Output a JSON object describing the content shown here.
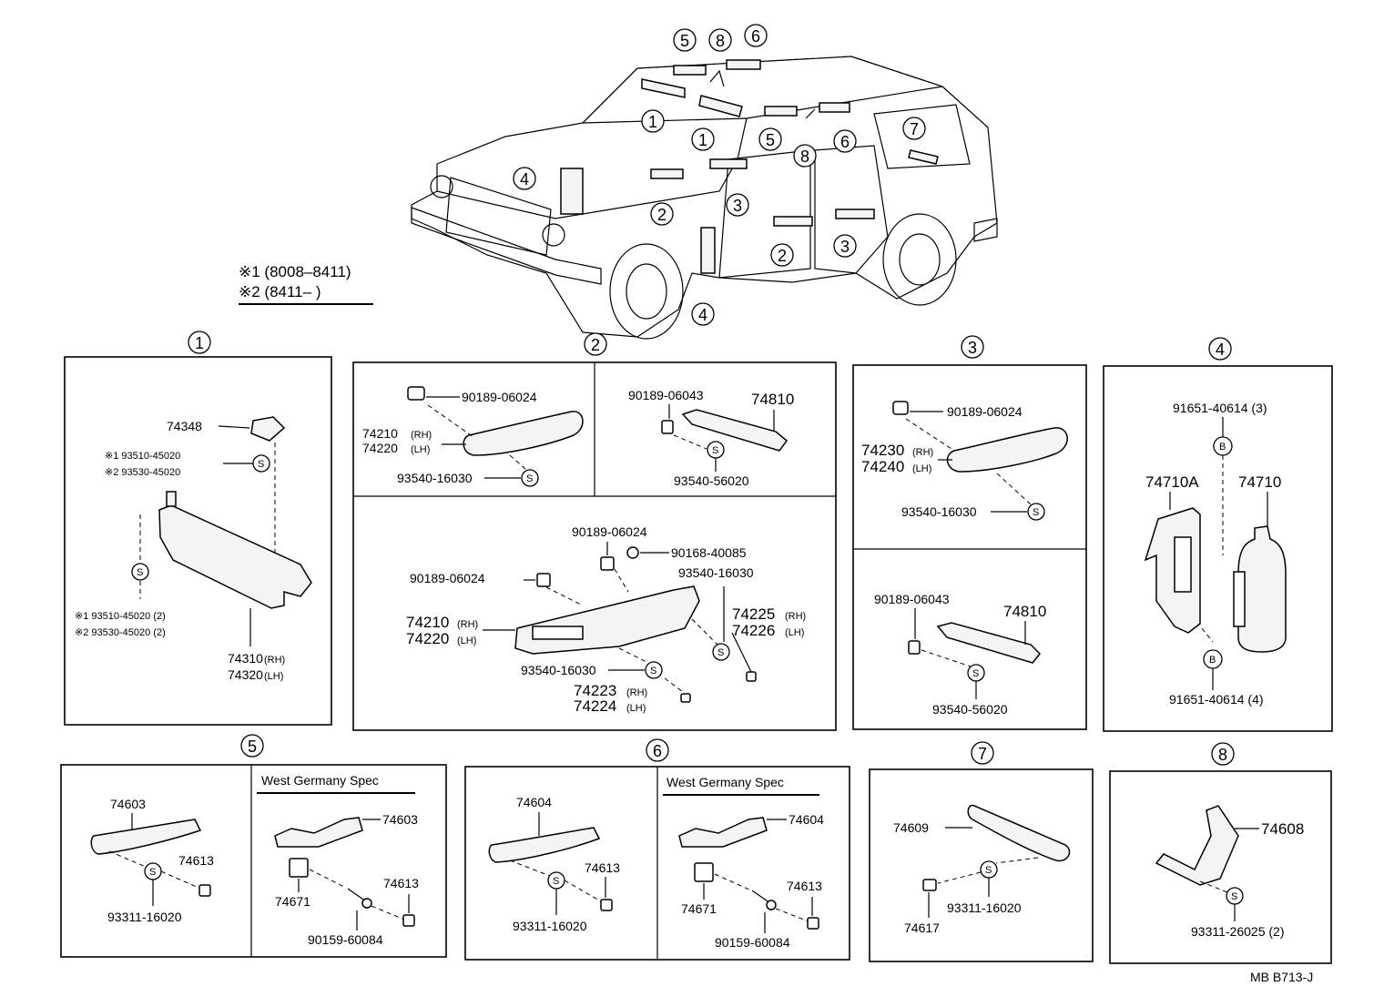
{
  "legend": {
    "line1": "※1 (8008–8411)",
    "line2": "※2 (8411–        )"
  },
  "circle_numbers": [
    "1",
    "2",
    "3",
    "4",
    "5",
    "6",
    "7",
    "8"
  ],
  "s_mark": "S",
  "b_mark": "B",
  "spec_label": "West Germany Spec",
  "section1": {
    "p1": "74348",
    "p2a": "※1 93510-45020",
    "p2b": "※2 93530-45020",
    "p3a": "※1 93510-45020 (2)",
    "p3b": "※2 93530-45020 (2)",
    "p4a": "74310",
    "p4a_s": "(RH)",
    "p4b": "74320",
    "p4b_s": "(LH)"
  },
  "section2a": {
    "p1": "90189-06024",
    "p2a": "74210",
    "p2a_s": "(RH)",
    "p2b": "74220",
    "p2b_s": "(LH)",
    "p3": "93540-16030"
  },
  "section2b": {
    "p1": "90189-06043",
    "p2": "74810",
    "p3": "93540-56020"
  },
  "section2c": {
    "p1": "90189-06024",
    "p2": "90168-40085",
    "p3": "90189-06024",
    "p4": "93540-16030",
    "p5a": "74210",
    "p5a_s": "(RH)",
    "p5b": "74220",
    "p5b_s": "(LH)",
    "p6a": "74225",
    "p6a_s": "(RH)",
    "p6b": "74226",
    "p6b_s": "(LH)",
    "p7": "93540-16030",
    "p8a": "74223",
    "p8a_s": "(RH)",
    "p8b": "74224",
    "p8b_s": "(LH)"
  },
  "section3a": {
    "p1": "90189-06024",
    "p2a": "74230",
    "p2a_s": "(RH)",
    "p2b": "74240",
    "p2b_s": "(LH)",
    "p3": "93540-16030"
  },
  "section3b": {
    "p1": "90189-06043",
    "p2": "74810",
    "p3": "93540-56020"
  },
  "section4": {
    "p1": "91651-40614 (3)",
    "p2": "74710A",
    "p3": "74710",
    "p4": "91651-40614 (4)"
  },
  "section5a": {
    "p1": "74603",
    "p2": "74613",
    "p3": "93311-16020"
  },
  "section5b": {
    "p1": "74603",
    "p2": "74671",
    "p3": "74613",
    "p4": "90159-60084"
  },
  "section6a": {
    "p1": "74604",
    "p2": "74613",
    "p3": "93311-16020"
  },
  "section6b": {
    "p1": "74604",
    "p2": "74671",
    "p3": "74613",
    "p4": "90159-60084"
  },
  "section7": {
    "p1": "74609",
    "p2": "93311-16020",
    "p3": "74617"
  },
  "section8": {
    "p1": "74608",
    "p2": "93311-26025 (2)"
  },
  "footer": "MB  B713-J"
}
